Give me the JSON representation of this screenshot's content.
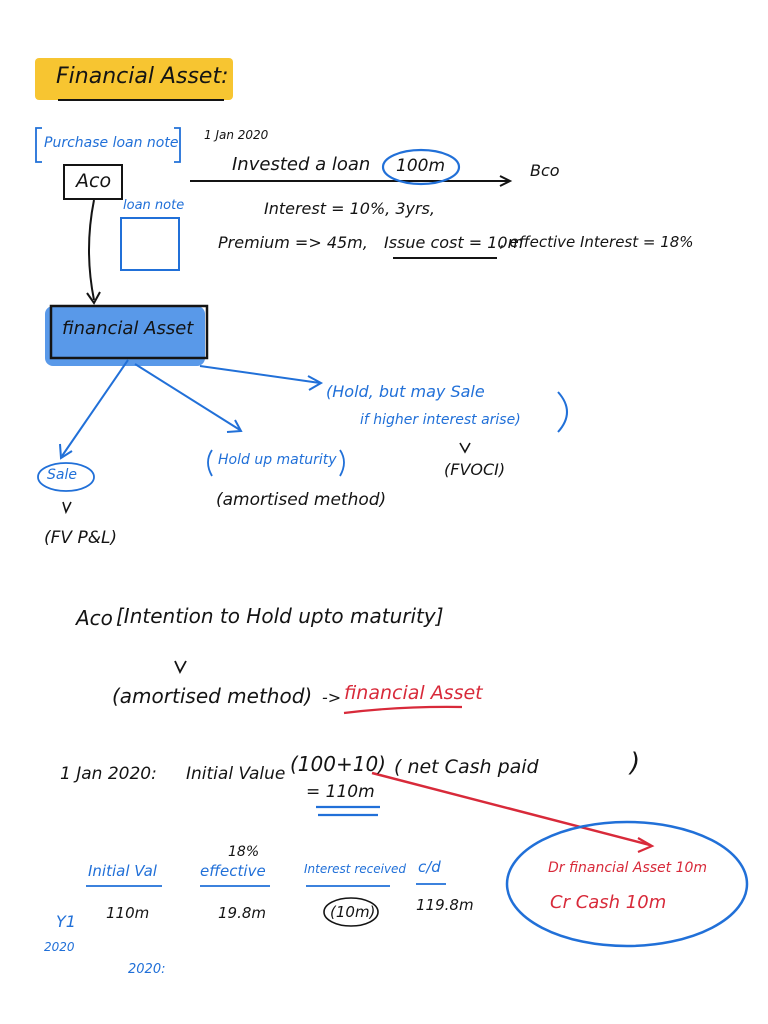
{
  "title": "Financial Asset:",
  "top_section": {
    "purchase_label": "Purchase loan note",
    "date": "1 Jan 2020",
    "aco": "Aco",
    "invested_text": "Invested a loan",
    "amount_circled": "100m",
    "bco": "Bco",
    "loan_note_label": "loan note",
    "interest_line": "Interest = 10%, 3yrs,",
    "premium_line": "Premium => 45m,",
    "issue_cost": "Issue cost = 10m",
    "effective_interest": ", effective Interest = 18%"
  },
  "classification": {
    "root": "financial Asset",
    "sale": "Sale",
    "sale_result": "(FV P&L)",
    "hold_to_maturity": "Hold up maturity",
    "hold_result": "(amortised method)",
    "hold_may_sell_1": "(Hold, but may Sale",
    "hold_may_sell_2": "if higher interest arise)",
    "hold_may_sell_result": "(FVOCI)"
  },
  "intention": {
    "aco": "Aco",
    "bracket": "[Intention to Hold upto maturity]",
    "method": "(amortised method)",
    "arrow": "->",
    "financial_asset": "financial Asset"
  },
  "initial_value": {
    "date": "1 Jan 2020:",
    "label": "Initial Value",
    "calc": "(100+10)",
    "note": "( net Cash paid",
    "close": ")",
    "result": "= 110m"
  },
  "journal": {
    "dr": "Dr financial Asset  10m",
    "cr": "Cr Cash  10m"
  },
  "table": {
    "headers": [
      "Initial Val",
      "effective",
      "Interest received",
      "c/d"
    ],
    "rate": "18%",
    "row_label_1": "Y1",
    "row_label_2": "2020",
    "values": [
      "110m",
      "19.8m",
      "(10m)",
      "119.8m"
    ],
    "footer": "2020:"
  },
  "colors": {
    "ink_black": "#141414",
    "ink_blue": "#2170d8",
    "ink_red": "#d82a3a",
    "highlight_yellow": "#f7c531"
  }
}
